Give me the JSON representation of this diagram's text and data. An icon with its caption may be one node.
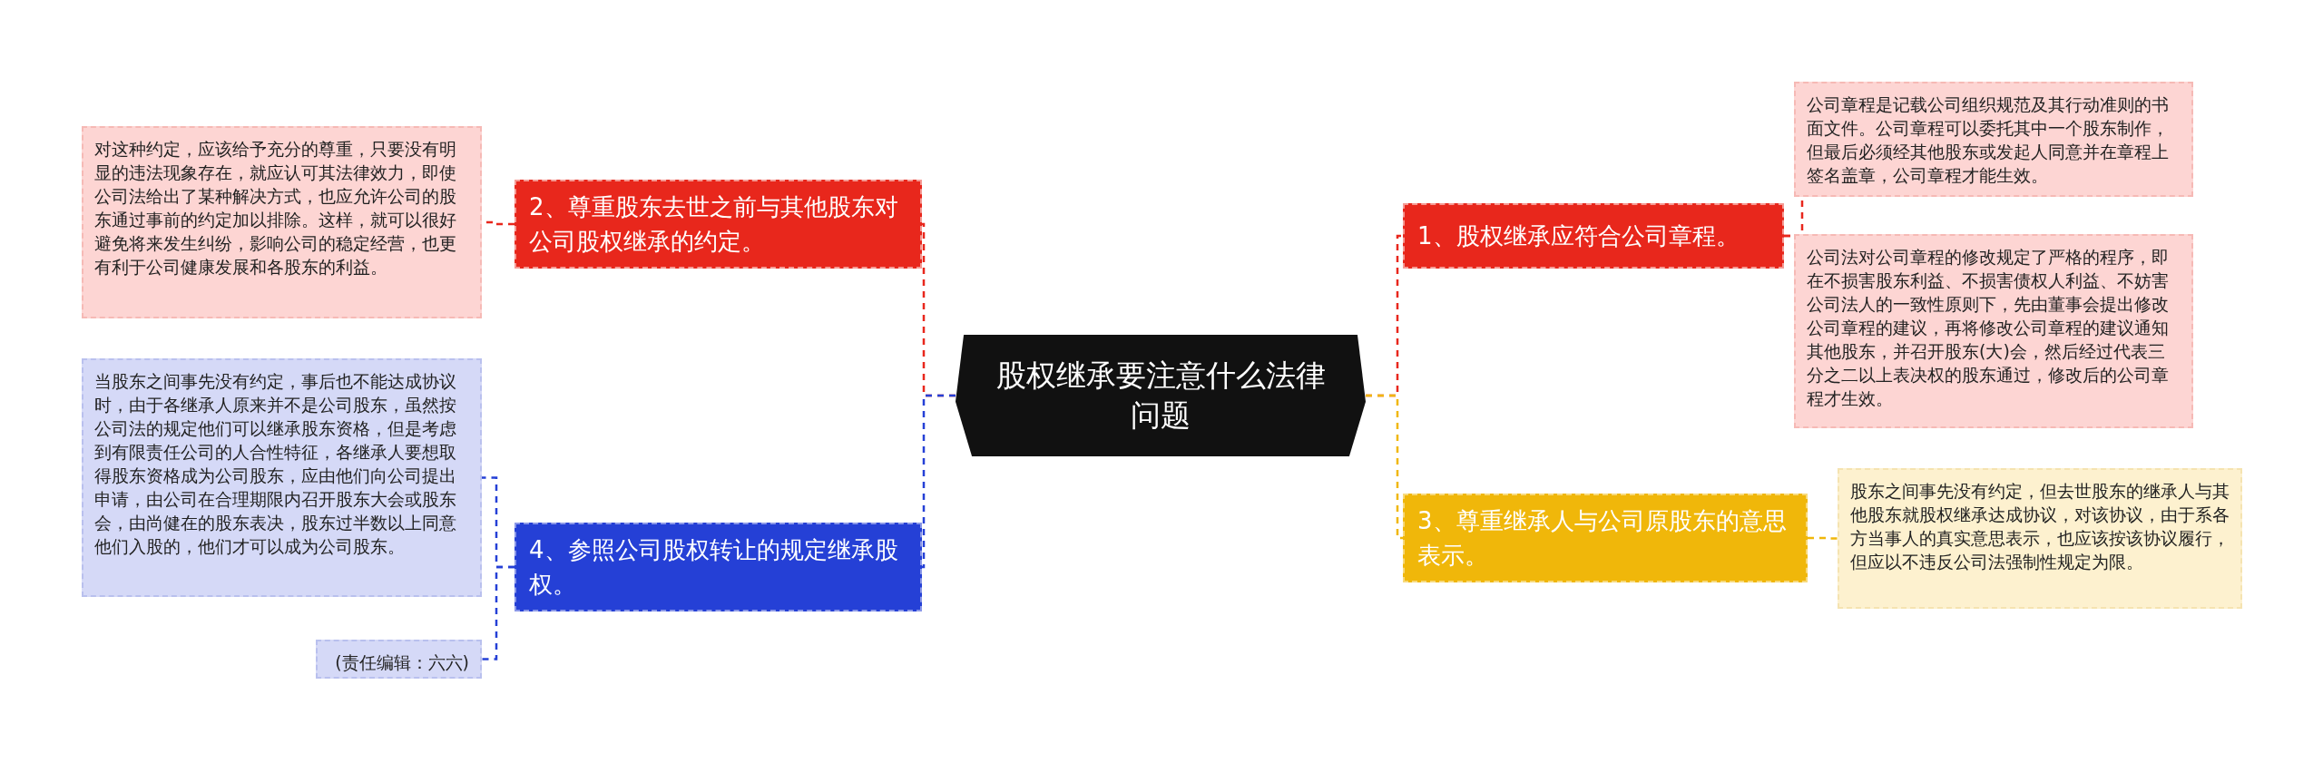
{
  "diagram": {
    "nodes": [
      {
        "text": [
          "股权继承要注意什么法律问题"
        ]
      },
      {
        "text": [
          "1、股权继承应符合公司章程。"
        ]
      },
      {
        "text": [
          "公司章程是记载公司组织规范及其行动准则的书面文件。公司章程可以委托其中一个股东制作，但最后必须经其他股东或发起人同意并在章程上签名盖章，公司章程才能生效。"
        ]
      },
      {
        "text": [
          "公司法对公司章程的修改规定了严格的程序，即在不损害股东利益、不损害债权人利益、不妨害公司法人的一致性原则下，先由董事会提出修改公司章程的建议，再将修改公司章程的建议通知其他股东，并召开股东(大)会，然后经过代表三分之二以上表决权的股东通过，修改后的公司章程才生效。"
        ]
      },
      {
        "text": [
          "3、尊重继承人与公司原股东的意思表示。"
        ]
      },
      {
        "text": [
          "股东之间事先没有约定，但去世股东的继承人与其他股东就股权继承达成协议，对该协议，由于系各方当事人的真实意思表示，也应该按该协议履行，但应以不违反公司法强制性规定为限。"
        ]
      },
      {
        "text": [
          "2、尊重股东去世之前与其他股东对公司股权继承的约定。"
        ]
      },
      {
        "text": [
          "对这种约定，应该给予充分的尊重，只要没有明显的违法现象存在，就应认可其法律效力，即使公司法给出了某种解决方式，也应允许公司的股东通过事前的约定加以排除。这样，就可以很好避免将来发生纠纷，影响公司的稳定经营，也更有利于公司健康发展和各股东的利益。"
        ]
      },
      {
        "text": [
          "4、参照公司股权转让的规定继承股权。"
        ]
      },
      {
        "text": [
          "当股东之间事先没有约定，事后也不能达成协议时，由于各继承人原来并不是公司股东，虽然按公司法的规定他们可以继承股东资格，但是考虑到有限责任公司的人合性特征，各继承人要想取得股东资格成为公司股东，应由他们向公司提出申请，由公司在合理期限内召开股东大会或股东会，由尚健在的股东表决，股东过半数以上同意他们入股的，他们才可以成为公司股东。"
        ]
      },
      {
        "text": [
          "(责任编辑：六六)"
        ]
      }
    ],
    "edges": [
      {
        "from": 0,
        "to": 1,
        "arrow": "none",
        "style": "dashed"
      },
      {
        "from": 1,
        "to": 2,
        "arrow": "none",
        "style": "dashed"
      },
      {
        "from": 1,
        "to": 3,
        "arrow": "none",
        "style": "dashed"
      },
      {
        "from": 0,
        "to": 4,
        "arrow": "none",
        "style": "dashed",
        "color": "#f0b70a"
      },
      {
        "from": 4,
        "to": 5,
        "arrow": "none",
        "style": "dashed",
        "color": "#f0b70a"
      },
      {
        "from": 0,
        "to": 6,
        "arrow": "none",
        "style": "dashed"
      },
      {
        "from": 6,
        "to": 7,
        "arrow": "none",
        "style": "dashed"
      },
      {
        "from": 0,
        "to": 8,
        "arrow": "none",
        "style": "dashed",
        "color": "#2540d6"
      },
      {
        "from": 8,
        "to": 9,
        "arrow": "none",
        "style": "dashed",
        "color": "#2540d6"
      },
      {
        "from": 8,
        "to": 10,
        "arrow": "none",
        "style": "dashed",
        "color": "#2540d6"
      }
    ]
  }
}
